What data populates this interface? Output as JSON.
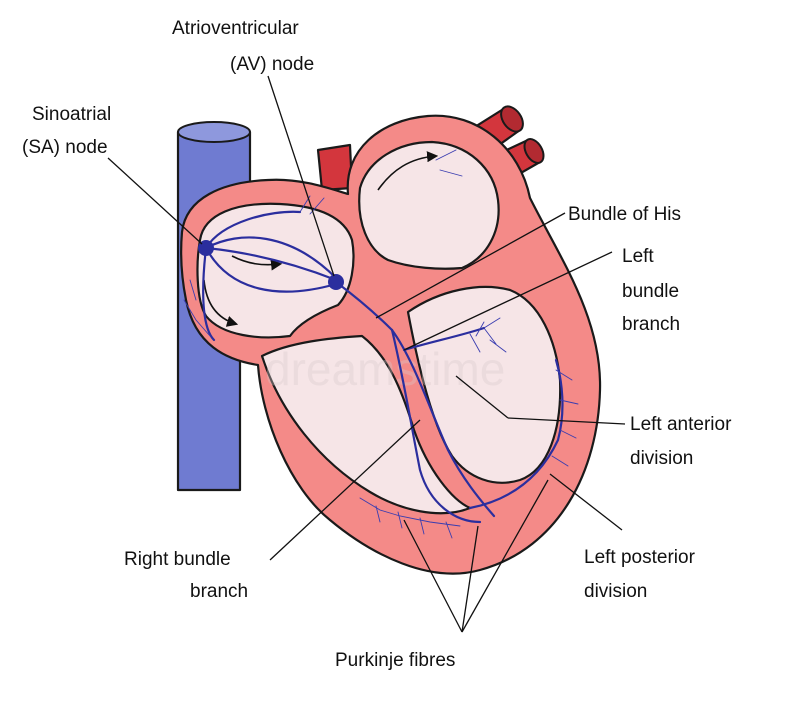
{
  "colors": {
    "muscle": "#f48a88",
    "chamber": "#f6e5e7",
    "vein": "#6f7bd1",
    "artery": "#d3363d",
    "conduction": "#2b2e9e"
  },
  "labels": {
    "av_node_line1": "Atrioventricular",
    "av_node_line2": "(AV) node",
    "sa_node_line1": "Sinoatrial",
    "sa_node_line2": "(SA) node",
    "bundle_of_his": "Bundle of His",
    "left_bundle_line1": "Left",
    "left_bundle_line2": "bundle",
    "left_bundle_line3": "branch",
    "left_anterior_line1": "Left anterior",
    "left_anterior_line2": "division",
    "right_bundle_line1": "Right bundle",
    "right_bundle_line2": "branch",
    "left_posterior_line1": "Left posterior",
    "left_posterior_line2": "division",
    "purkinje": "Purkinje fibres"
  },
  "watermark": "dreamstime"
}
